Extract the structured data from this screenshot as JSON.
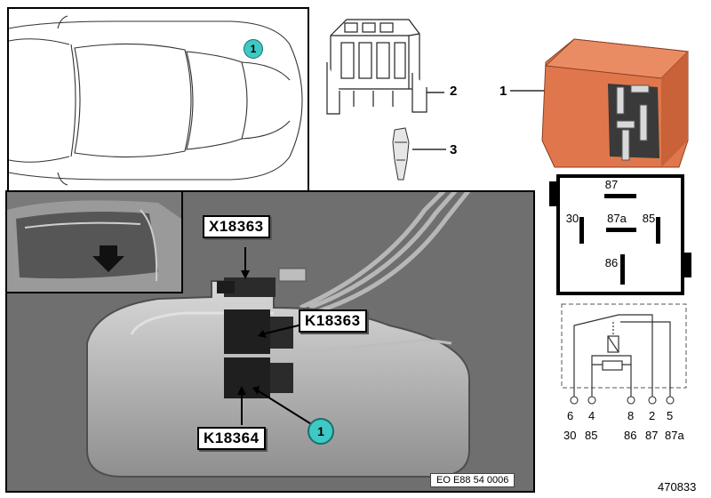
{
  "overview": {
    "marker": "1"
  },
  "parts": {
    "socket_number": "2",
    "pin_number": "3",
    "relay_number": "1"
  },
  "photo": {
    "connector_label": "X18363",
    "relay_label_top": "K18363",
    "relay_label_bottom": "K18364",
    "marker": "1",
    "ref_code": "EO E88 54 0006"
  },
  "relay_pinout": {
    "pins": [
      "87",
      "30",
      "87a",
      "85",
      "86"
    ]
  },
  "schematic": {
    "pin_numbers": [
      "6",
      "4",
      "8",
      "2",
      "5"
    ],
    "terminal_names": [
      "30",
      "85",
      "86",
      "87",
      "87a"
    ]
  },
  "footer": {
    "image_number": "470833"
  },
  "colors": {
    "marker_fill": "#3ec9c4",
    "relay_orange": "#e0774c",
    "photo_bg": "#6f6f6f"
  }
}
